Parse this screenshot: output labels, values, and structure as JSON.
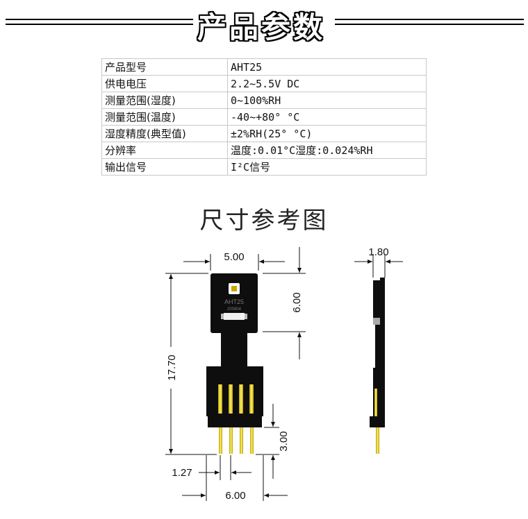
{
  "header": {
    "title": "产品参数"
  },
  "specs": [
    {
      "label": "产品型号",
      "value": "AHT25"
    },
    {
      "label": "供电电压",
      "value": "2.2~5.5V DC"
    },
    {
      "label": "测量范围(湿度)",
      "value": "0~100%RH"
    },
    {
      "label": "测量范围(温度)",
      "value": "-40~+80° °C"
    },
    {
      "label": "湿度精度(典型值)",
      "value": "±2%RH(25° °C)"
    },
    {
      "label": "分辨率",
      "value": "温度:0.01°C湿度:0.024%RH"
    },
    {
      "label": "输出信号",
      "value": "I²C信号"
    }
  ],
  "drawing": {
    "title": "尺寸参考图",
    "chip_mark": "AHT25",
    "chip_code": "200804",
    "dims": {
      "top_width": "5.00",
      "head_height": "6.00",
      "total_length": "17.70",
      "side_thickness": "1.80",
      "pin_length": "3.00",
      "pin_pitch": "1.27",
      "bottom_width": "6.00"
    }
  }
}
